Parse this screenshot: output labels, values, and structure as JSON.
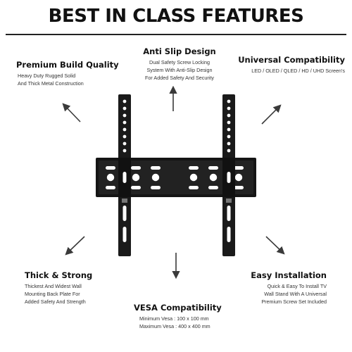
{
  "title": "BEST IN CLASS FEATURES",
  "features": {
    "premium_build": {
      "heading": "Premium Build Quality",
      "lines": [
        "Heavy Duty Rugged Solid",
        "And Thick Metal Construction"
      ]
    },
    "anti_slip": {
      "heading": "Anti Slip Design",
      "lines": [
        "Dual Safety Screw Locking",
        "System With Anti-Slip Design",
        "For Added Safety And Security"
      ]
    },
    "universal": {
      "heading": "Universal Compatibility",
      "lines": [
        "LED / OLED / QLED / HD / UHD Screen's"
      ]
    },
    "thick_strong": {
      "heading": "Thick & Strong",
      "lines": [
        "Thickest And Widest Wall",
        "Mounting Back Plate For",
        "Added Safety And Strength"
      ]
    },
    "easy_install": {
      "heading": "Easy Installation",
      "lines": [
        "Quick & Easy To Install TV",
        "Wall Stand With A Universal",
        "Premium Screw Set Included"
      ]
    },
    "vesa": {
      "heading": "VESA Compatibility",
      "lines": [
        "Minimum Vesa :  100 x 100 mm",
        "Maximum Vesa :  400 x 400 mm"
      ]
    }
  },
  "icons": [
    "arrow-up-left-icon",
    "arrow-up-icon",
    "arrow-up-right-icon",
    "arrow-down-left-icon",
    "arrow-down-icon",
    "arrow-down-right-icon"
  ],
  "colors": {
    "text": "#111111",
    "bracket": "#1a1a1a",
    "arrow": "#3a3a3a"
  }
}
